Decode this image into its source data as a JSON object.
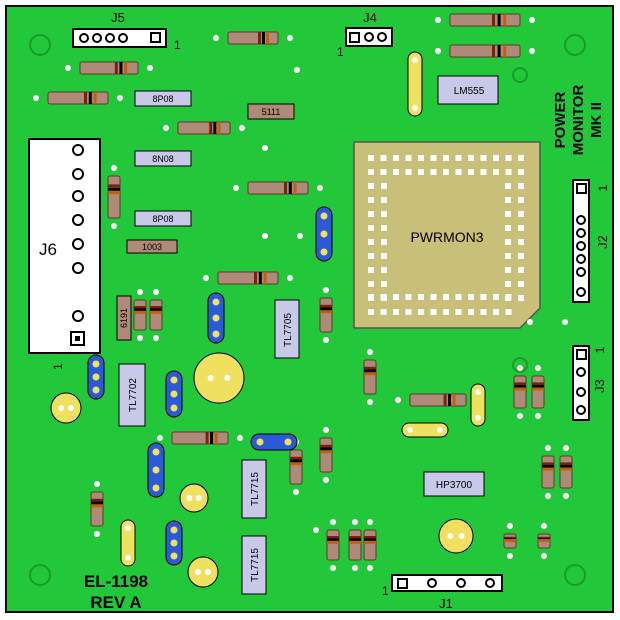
{
  "board": {
    "title_line1": "POWER",
    "title_line2": "MONITOR",
    "title_line3": "MK II",
    "part_number": "EL-1198",
    "revision": "REV A",
    "colors": {
      "pcb": "#22c83a",
      "outline": "#000000",
      "pad": "#ffffff",
      "resistor": "#b08a78",
      "chip": "#c8c8e8",
      "socket": "#c8bf78",
      "capacitor_yellow": "#f0e060",
      "jumper_blue": "#2a5ad8",
      "connector": "#ffffff"
    }
  },
  "connectors": {
    "j1": {
      "label": "J1",
      "pin1": "1"
    },
    "j2": {
      "label": "J2",
      "pin1": "1"
    },
    "j3": {
      "label": "J3",
      "pin1": "1"
    },
    "j4": {
      "label": "J4",
      "pin1": "1"
    },
    "j5": {
      "label": "J5",
      "pin1": "1"
    },
    "j6": {
      "label": "J6",
      "pin1": "1"
    }
  },
  "chips": {
    "main": "PWRMON3",
    "lm555": "LM555",
    "hp3700": "HP3700",
    "tl7705": "TL7705",
    "tl7702": "TL7702",
    "tl7715a": "TL7715",
    "tl7715b": "TL7715"
  },
  "resistor_networks": {
    "rn1": "8P08",
    "rn2": "8N08",
    "rn3": "8P08",
    "rn4": "1003",
    "rn5": "5111",
    "rn6": "6191"
  }
}
